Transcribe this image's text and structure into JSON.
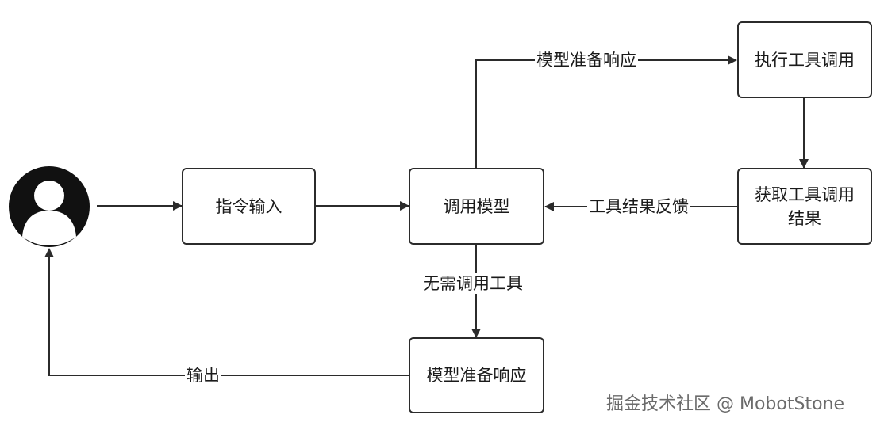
{
  "diagram": {
    "nodes": {
      "instruction_input": "指令输入",
      "call_model": "调用模型",
      "execute_tool_call": "执行工具调用",
      "get_tool_result": "获取工具调用结果",
      "model_response": "模型准备响应"
    },
    "edges": {
      "model_ready_response": "模型准备响应",
      "tool_result_feedback": "工具结果反馈",
      "no_tool_needed": "无需调用工具",
      "output": "输出"
    },
    "user_icon": "user-avatar-icon"
  },
  "watermark": "掘金技术社区 @ MobotStone",
  "colors": {
    "line": "#2b2b2b",
    "avatar": "#111111",
    "watermark": "#6b6b6b"
  }
}
